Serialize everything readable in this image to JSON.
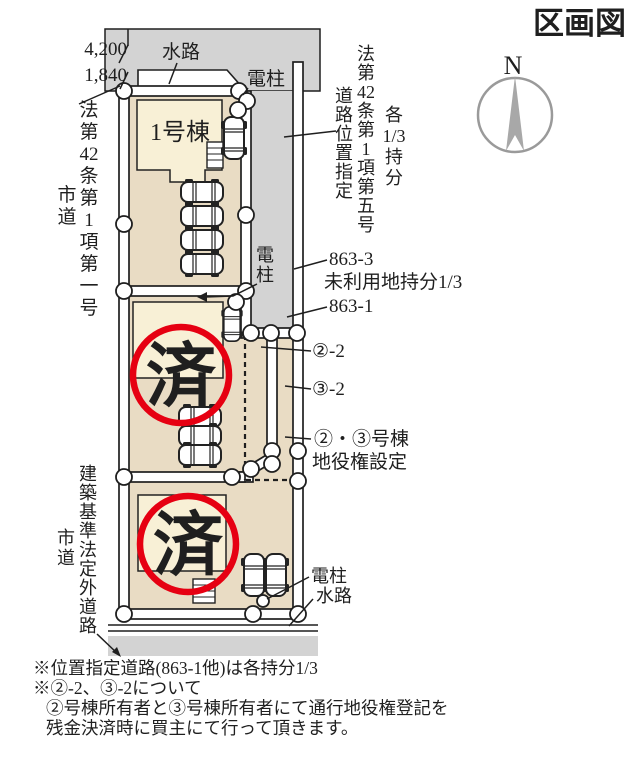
{
  "title": "区画図",
  "compass": {
    "north_label": "N"
  },
  "colors": {
    "plot_beige": "#e9dcc4",
    "building_cream": "#f8f0d6",
    "road_gray": "#d3d3d3",
    "stamp_red": "#e60012",
    "line_black": "#1f1f1f",
    "compass_gray": "#9a9a9a"
  },
  "dimensions": {
    "top": "4,200",
    "side": "1,840"
  },
  "labels": {
    "waterway_top": "水路",
    "pole_top": "電柱",
    "building1": "1号棟",
    "left_road_law": "法第42条第1項第一号",
    "left_road_type": "市道",
    "right_road_law": "法第42条第1項第五号",
    "right_road_position": "道路位置指定",
    "right_road_share": "各1/3持分",
    "pole_mid": "電柱",
    "parcel_863_3": "863-3",
    "parcel_863_3_note": "未利用地持分1/3",
    "parcel_863_1": "863-1",
    "lot2_strip": "②-2",
    "lot3_strip": "③-2",
    "easement_line1": "②・③号棟",
    "easement_line2": "地役権設定",
    "pole_bottom": "電柱",
    "waterway_bottom": "水路",
    "bottom_left_road": "建築基準法定外道路",
    "bottom_left_road_type": "市道",
    "stamp": "済"
  },
  "notes": [
    "※位置指定道路(863-1他)は各持分1/3",
    "※②-2、③-2について",
    "②号棟所有者と③号棟所有者にて通行地役権登記を",
    "残金決済時に買主にて行って頂きます。"
  ]
}
